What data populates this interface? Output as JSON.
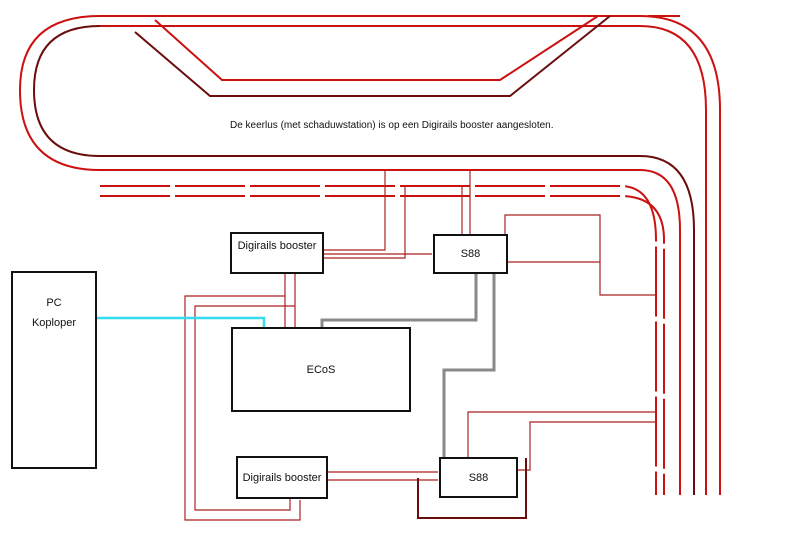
{
  "caption": "De keerlus (met schaduwstation) is op een Digirails booster aangesloten.",
  "pc": {
    "line1": "PC",
    "line2": "Koploper"
  },
  "ecos": {
    "label": "ECoS"
  },
  "booster_top": {
    "label": "Digirails booster"
  },
  "booster_bottom": {
    "label": "Digirails booster"
  },
  "s88_top": {
    "label": "S88"
  },
  "s88_bottom": {
    "label": "S88"
  },
  "colors": {
    "rail_red": "#cc1111",
    "rail_dark": "#6b0d0d",
    "feed_wire": "#aa2222",
    "bus_grey": "#8a8a8a",
    "usb_cyan": "#33ddee",
    "box_border": "#111111"
  }
}
